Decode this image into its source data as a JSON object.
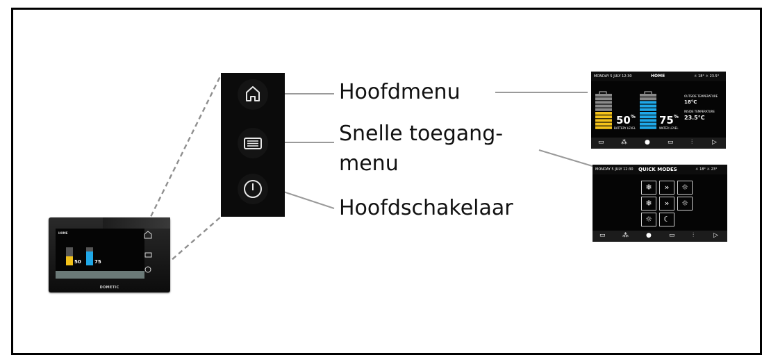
{
  "callouts": {
    "main_menu": "Hoofdmenu",
    "quick_access_line1": "Snelle toegang-",
    "quick_access_line2": "menu",
    "main_switch": "Hoofdschakelaar"
  },
  "device": {
    "brand": "DOMETIC",
    "screen_title": "HOME",
    "battery_pct": "50",
    "water_pct": "75",
    "battery_fill": 0.5,
    "water_fill": 0.75
  },
  "home_screen": {
    "datetime": "MONDAY 5 JULY 12:30",
    "title": "HOME",
    "status_right": "☼ 18°  ☼ 23.5°",
    "outside_label": "OUTSIDE TEMPERATURE",
    "outside_value": "18°C",
    "inside_label": "INSIDE TEMPERATURE",
    "inside_value": "23.5°C",
    "battery_value": "50",
    "battery_unit": "%",
    "battery_label": "BATTERY LEVEL",
    "water_value": "75",
    "water_unit": "%",
    "water_label": "WATER LEVEL",
    "battery_fill": 0.5,
    "water_fill": 0.75
  },
  "quick_screen": {
    "datetime": "MONDAY 5 JULY 12:30",
    "title": "QUICK MODES",
    "status_right": "☼ 18°  ☼ 23°",
    "modes": [
      "❄",
      "»",
      "☼",
      "❄",
      "»",
      "☼",
      "☼",
      "☾"
    ]
  },
  "nav_icons": [
    "▭",
    "⁂",
    "●",
    "▭",
    "⫶",
    "▷"
  ],
  "colors": {
    "battery": "#f3c21a",
    "water": "#1fa8e8",
    "bar_empty": "#8a8a8a",
    "dashed": "#9a9a9a"
  }
}
